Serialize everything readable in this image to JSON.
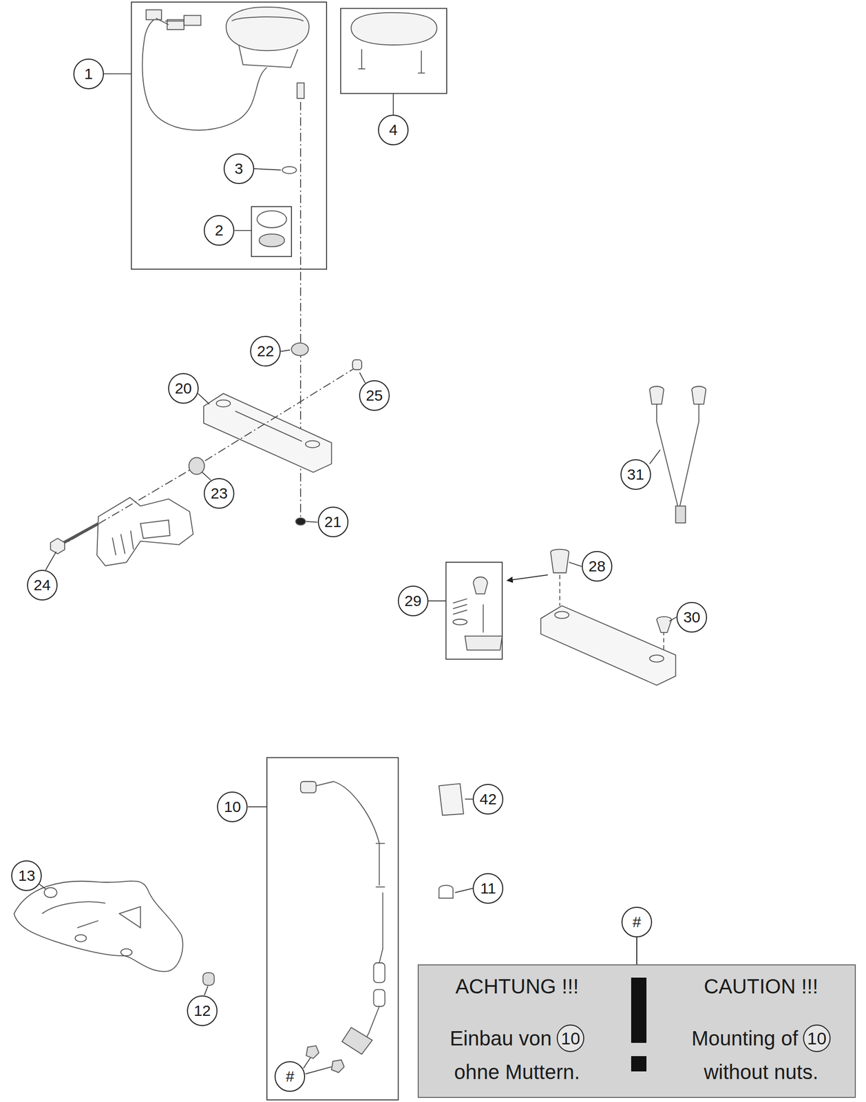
{
  "diagram": {
    "nodes": [
      {
        "text": [
          "#"
        ]
      },
      {
        "text": [
          "ACHTUNG !!!",
          "Einbau von",
          "10",
          "ohne Muttern.",
          "CAUTION !!!",
          "Mounting of",
          "10",
          "without nuts."
        ]
      }
    ],
    "edges": [
      {
        "from": 0,
        "to": 1,
        "arrow": "none"
      }
    ],
    "labels": [
      "1",
      "4",
      "3",
      "2",
      "22",
      "20",
      "25",
      "23",
      "21",
      "24",
      "31",
      "28",
      "29",
      "30",
      "10",
      "42",
      "11",
      "13",
      "12",
      "#"
    ]
  }
}
